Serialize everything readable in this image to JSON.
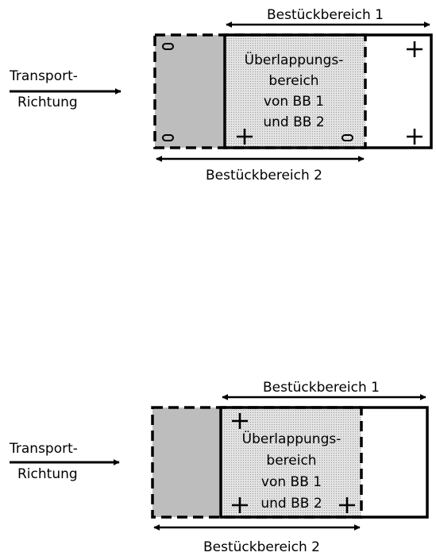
{
  "diagrams": [
    {
      "transport_label_line1": "Transport-",
      "transport_label_line2": "Richtung",
      "range1_label": "Bestückbereich 1",
      "range2_label": "Bestückbereich 2",
      "overlap_lines": [
        "Überlappungs-",
        "bereich",
        "von BB 1",
        "und BB 2"
      ]
    },
    {
      "transport_label_line1": "Transport-",
      "transport_label_line2": "Richtung",
      "range1_label": "Bestückbereich 1",
      "range2_label": "Bestückbereich 2",
      "overlap_lines": [
        "Überlappungs-",
        "bereich",
        "von BB 1",
        "und BB 2"
      ]
    }
  ],
  "colors": {
    "gray_fill": "#bdbdbd",
    "overlap_fill": "#dcdcdc",
    "line": "#000000"
  }
}
